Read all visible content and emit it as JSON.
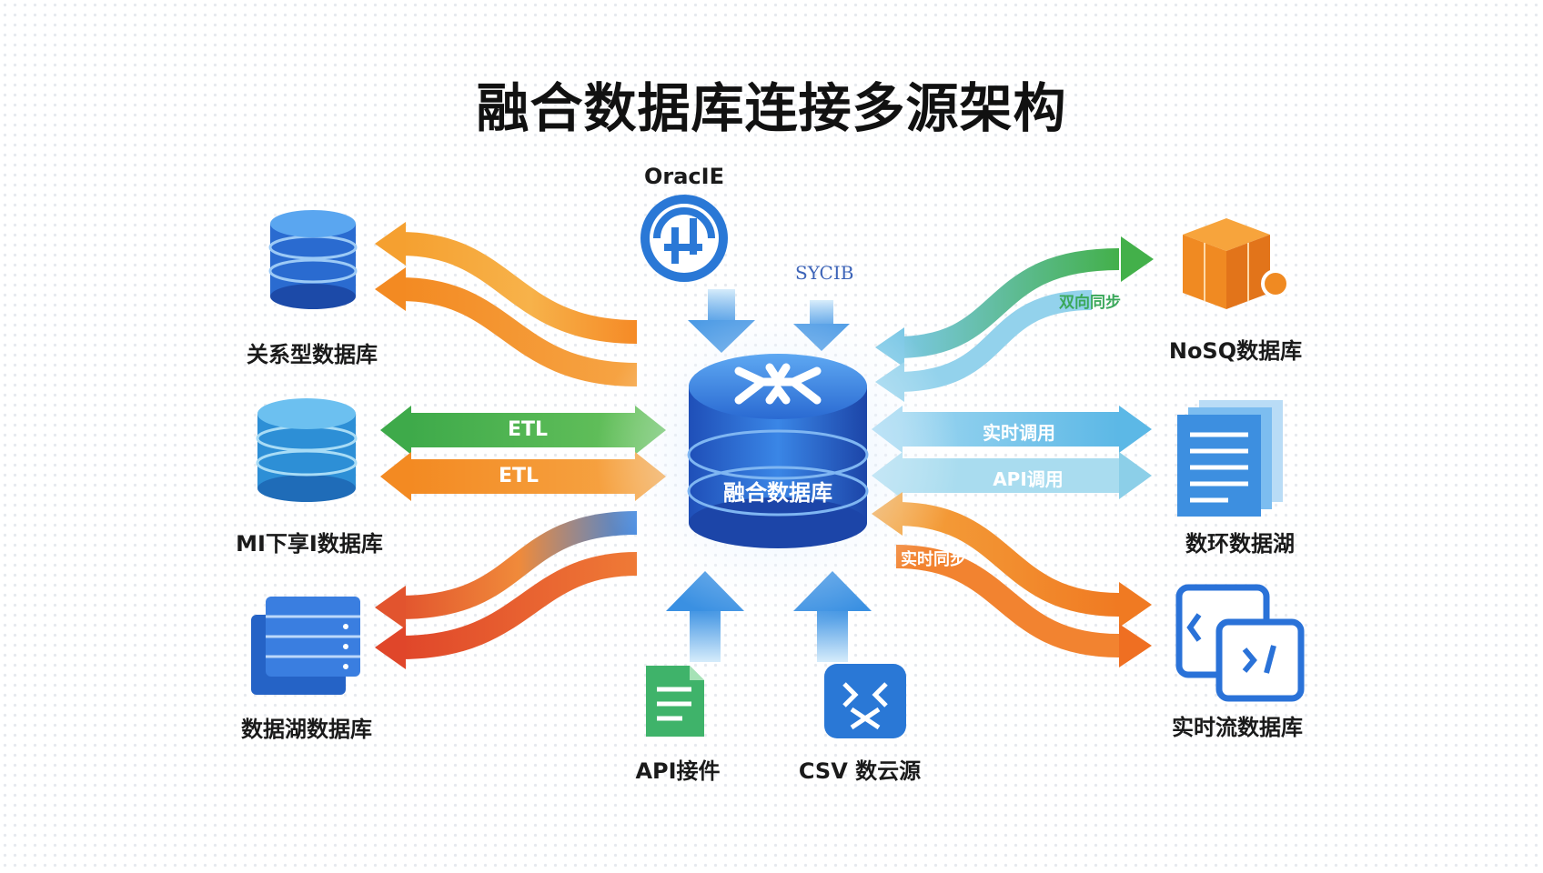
{
  "title": "融合数据库连接多源架构",
  "center": {
    "label": "融合数据库"
  },
  "sources_left": [
    {
      "label": "关系型数据库",
      "icon": "database-icon"
    },
    {
      "label": "MI下享I数据库",
      "icon": "database-icon"
    },
    {
      "label": "数据湖数据库",
      "icon": "server-rack-icon"
    }
  ],
  "sources_right": [
    {
      "label": "NoSQ数据库",
      "icon": "cube-icon"
    },
    {
      "label": "数环数据湖",
      "icon": "document-stack-icon"
    },
    {
      "label": "实时流数据库",
      "icon": "code-window-icon"
    }
  ],
  "sources_top": [
    {
      "label": "OracIE",
      "icon": "oracle-logo-icon"
    }
  ],
  "top_annotation": "SYCIB",
  "sources_bottom": [
    {
      "label": "API接件",
      "icon": "api-document-icon"
    },
    {
      "label": "CSV 数云源",
      "icon": "csv-transfer-icon"
    }
  ],
  "arrow_labels": {
    "left_etl_1": "ETL",
    "left_etl_2": "ETL",
    "right_realtime_call": "实时调用",
    "right_api_call": "API调用",
    "right_realtime_sync": "实时同步",
    "right_top_sync": "双向同步"
  },
  "colors": {
    "blue": "#2f6fd6",
    "green": "#4caf50",
    "orange": "#f08a24",
    "red": "#e0502a",
    "teal": "#6cc3e8"
  }
}
